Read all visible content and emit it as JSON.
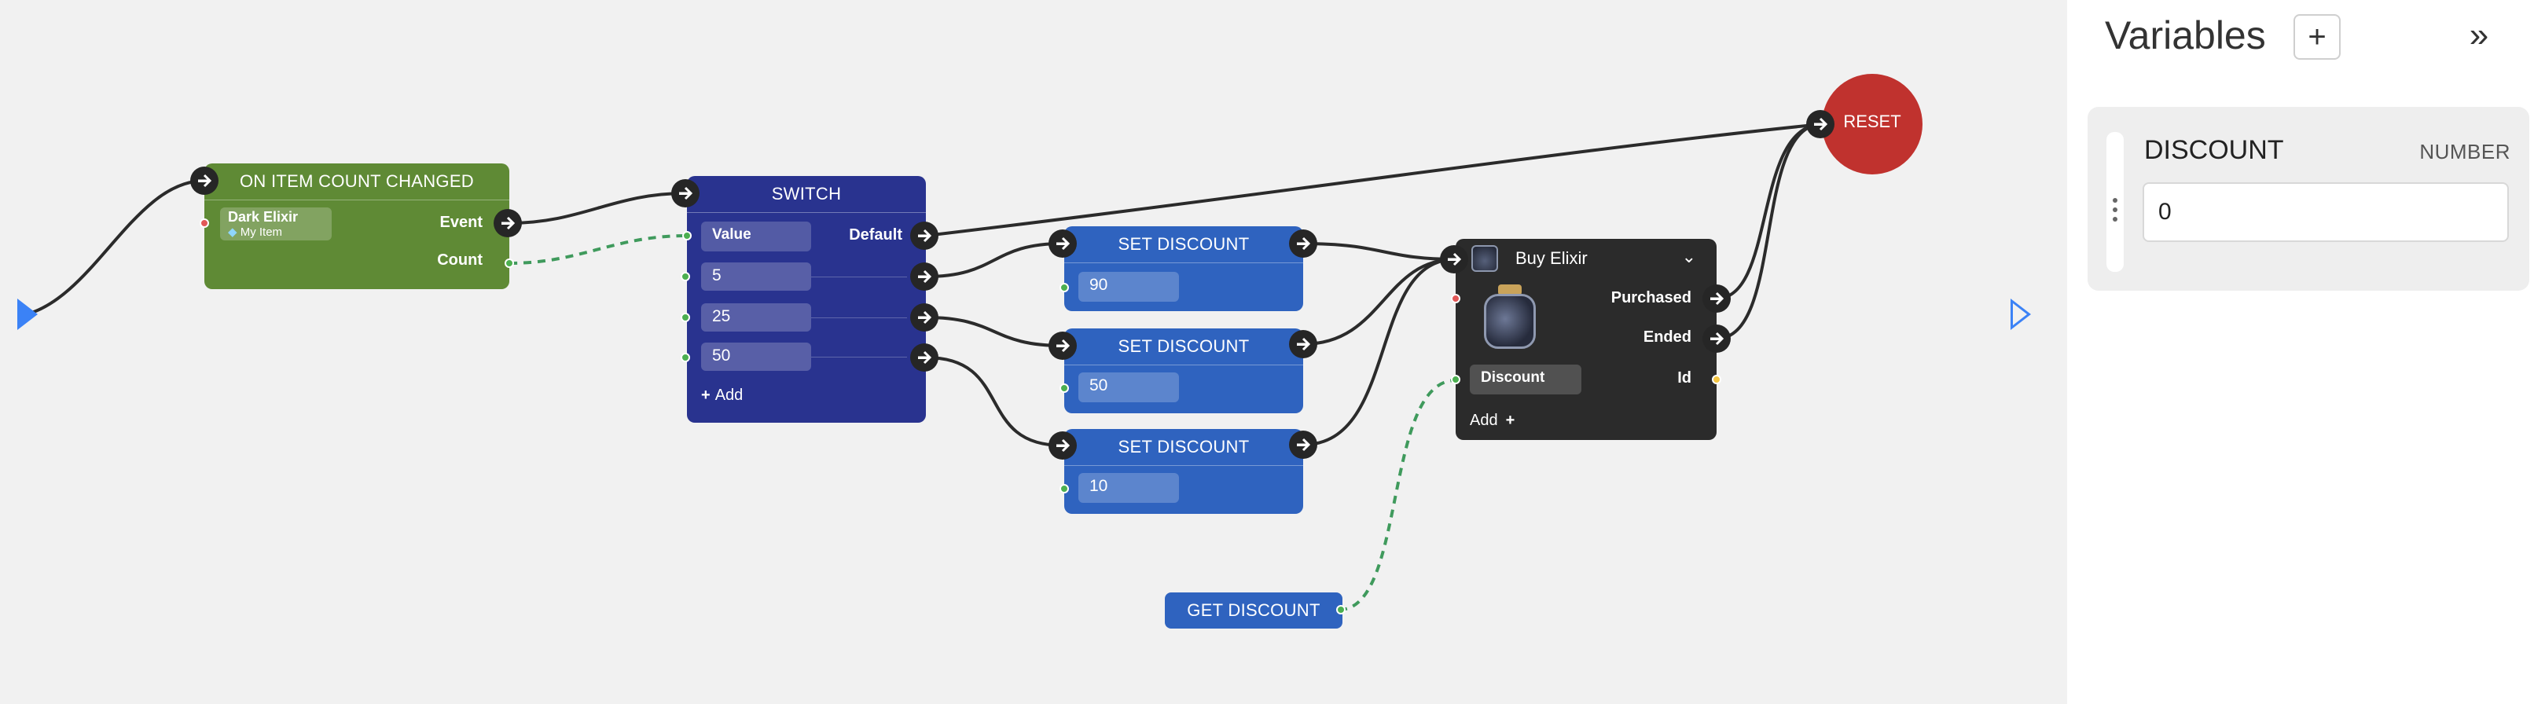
{
  "nodes": {
    "on_item_count_changed": {
      "title": "ON ITEM COUNT CHANGED",
      "item_name": "Dark Elixir",
      "item_sub": "My Item",
      "event_label": "Event",
      "count_label": "Count",
      "color": "#5f8a35"
    },
    "switch": {
      "title": "SWITCH",
      "value_label": "Value",
      "default_label": "Default",
      "cases": [
        "5",
        "25",
        "50"
      ],
      "add_label": "Add",
      "color": "#29338f"
    },
    "set_discount_1": {
      "title": "SET DISCOUNT",
      "value": "90"
    },
    "set_discount_2": {
      "title": "SET DISCOUNT",
      "value": "50"
    },
    "set_discount_3": {
      "title": "SET DISCOUNT",
      "value": "10"
    },
    "get_discount": {
      "title": "GET DISCOUNT"
    },
    "buy_elixir": {
      "title": "Buy Elixir",
      "purchased_label": "Purchased",
      "ended_label": "Ended",
      "discount_label": "Discount",
      "id_label": "Id",
      "add_label": "Add",
      "color": "#2b2b2b"
    },
    "reset": {
      "title": "RESET",
      "color": "#c0322e"
    }
  },
  "colors": {
    "blue_node": "#2f63bf",
    "flow_wire": "#2b2b2b",
    "data_wire": "#3f9a5c",
    "canvas": "#f1f1f1"
  },
  "panel": {
    "title": "Variables",
    "add_icon": "plus-icon",
    "collapse_icon": "double-chevron-right-icon",
    "variables": [
      {
        "name": "DISCOUNT",
        "type": "NUMBER",
        "value": "0"
      }
    ]
  }
}
